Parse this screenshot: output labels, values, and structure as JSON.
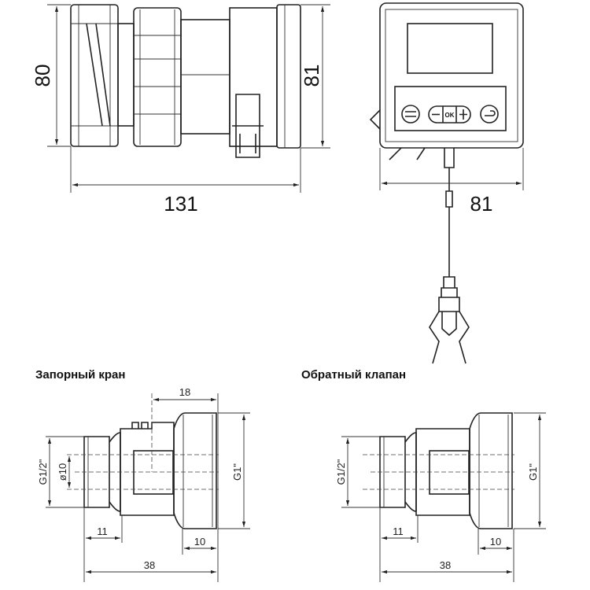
{
  "pump_side": {
    "height_label": "80",
    "motor_height_label": "81",
    "length_label": "131"
  },
  "controller": {
    "width_label": "81",
    "buttons": {
      "menu": "menu-icon",
      "minus": "-",
      "ok": "OK",
      "plus": "+",
      "back": "back-icon"
    }
  },
  "shutoff_valve": {
    "title": "Запорный кран",
    "dim_18": "18",
    "thread_in": "G1/2\"",
    "bore": "ø10",
    "thread_out": "G1\"",
    "dim_11": "11",
    "dim_10": "10",
    "dim_38": "38"
  },
  "check_valve": {
    "title": "Обратный клапан",
    "thread_in": "G1/2\"",
    "thread_out": "G1\"",
    "dim_11": "11",
    "dim_10": "10",
    "dim_38": "38"
  }
}
